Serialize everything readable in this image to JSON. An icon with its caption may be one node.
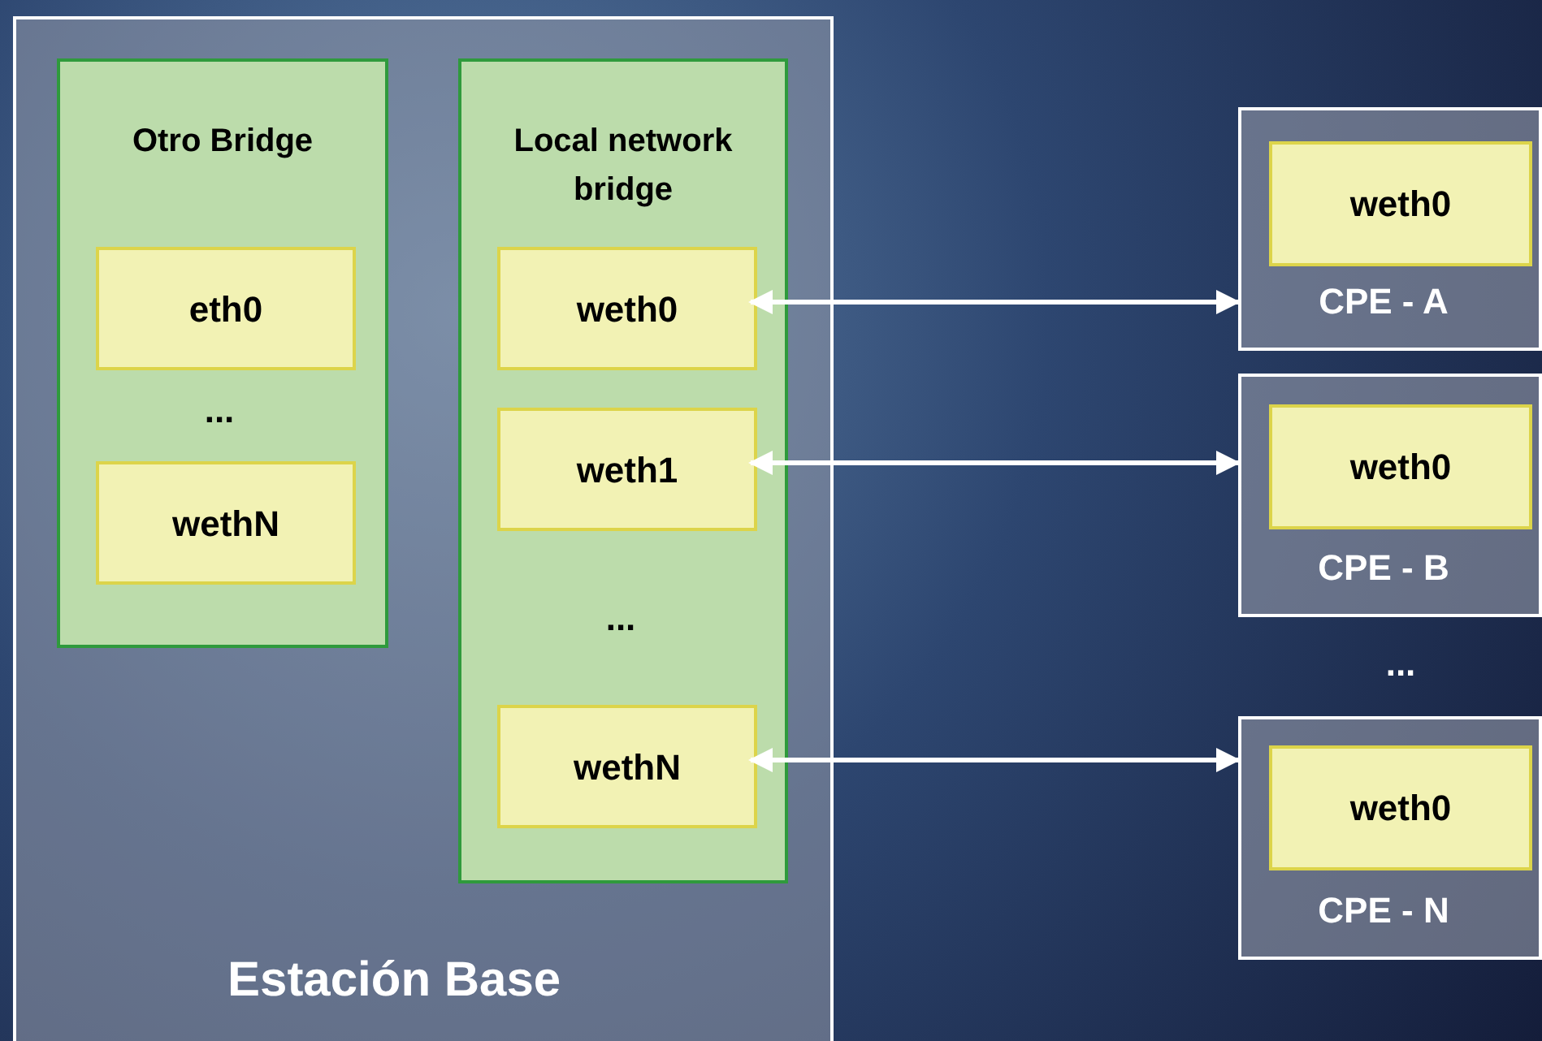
{
  "diagram": {
    "nodes": [
      {
        "text": [
          "Estación Base"
        ]
      },
      {
        "text": [
          "Otro Bridge"
        ],
        "in": 0
      },
      {
        "text": [
          "eth0"
        ],
        "in": 1
      },
      {
        "text": [
          "wethN"
        ],
        "in": 1
      },
      {
        "text": [
          "Local network bridge"
        ],
        "in": 0
      },
      {
        "text": [
          "weth0"
        ],
        "in": 4
      },
      {
        "text": [
          "weth1"
        ],
        "in": 4
      },
      {
        "text": [
          "wethN"
        ],
        "in": 4
      },
      {
        "text": [
          "CPE - A"
        ]
      },
      {
        "text": [
          "weth0"
        ],
        "in": 8
      },
      {
        "text": [
          "CPE - B"
        ]
      },
      {
        "text": [
          "weth0"
        ],
        "in": 10
      },
      {
        "text": [
          "CPE - N"
        ]
      },
      {
        "text": [
          "weth0"
        ],
        "in": 12
      }
    ],
    "edges": [
      {
        "from": 5,
        "to": 8,
        "arrow": "both"
      },
      {
        "from": 6,
        "to": 10,
        "arrow": "both"
      },
      {
        "from": 7,
        "to": 12,
        "arrow": "both"
      }
    ],
    "labels": [
      "...",
      "...",
      "..."
    ]
  }
}
